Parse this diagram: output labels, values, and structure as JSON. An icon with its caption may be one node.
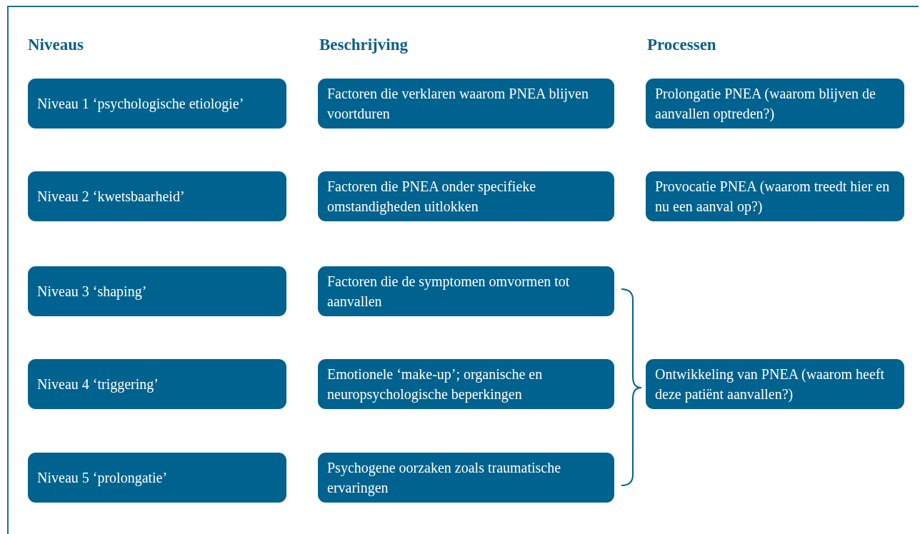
{
  "diagram": {
    "nodes": [
      {
        "text": [
          "Niveau 1 ‘psychologische etiologie’"
        ]
      },
      {
        "text": [
          "Factoren die verklaren waarom PNEA blijven voortduren"
        ]
      },
      {
        "text": [
          "Prolongatie PNEA (waarom blijven de aanvallen optreden?)"
        ]
      },
      {
        "text": [
          "Niveau 2 ‘kwetsbaarheid’"
        ]
      },
      {
        "text": [
          "Factoren die PNEA onder specifieke omstandigheden uitlokken"
        ]
      },
      {
        "text": [
          "Provocatie PNEA (waarom treedt hier en nu een aanval op?)"
        ]
      },
      {
        "text": [
          "Niveau 3 ‘shaping’"
        ]
      },
      {
        "text": [
          "Factoren die de symptomen omvormen tot aanvallen"
        ]
      },
      {
        "text": [
          "Niveau 4 ‘triggering’"
        ]
      },
      {
        "text": [
          "Emotionele ‘make-up’; organische en neuropsychologische beperkingen"
        ]
      },
      {
        "text": [
          "Ontwikkeling van PNEA (waarom heeft deze patiënt aanvallen?)"
        ]
      },
      {
        "text": [
          "Niveau 5 ‘prolongatie’"
        ]
      },
      {
        "text": [
          "Psychogene oorzaken zoals traumatische ervaringen"
        ]
      }
    ],
    "labels": [
      "Niveaus",
      "Beschrijving",
      "Processen"
    ]
  }
}
